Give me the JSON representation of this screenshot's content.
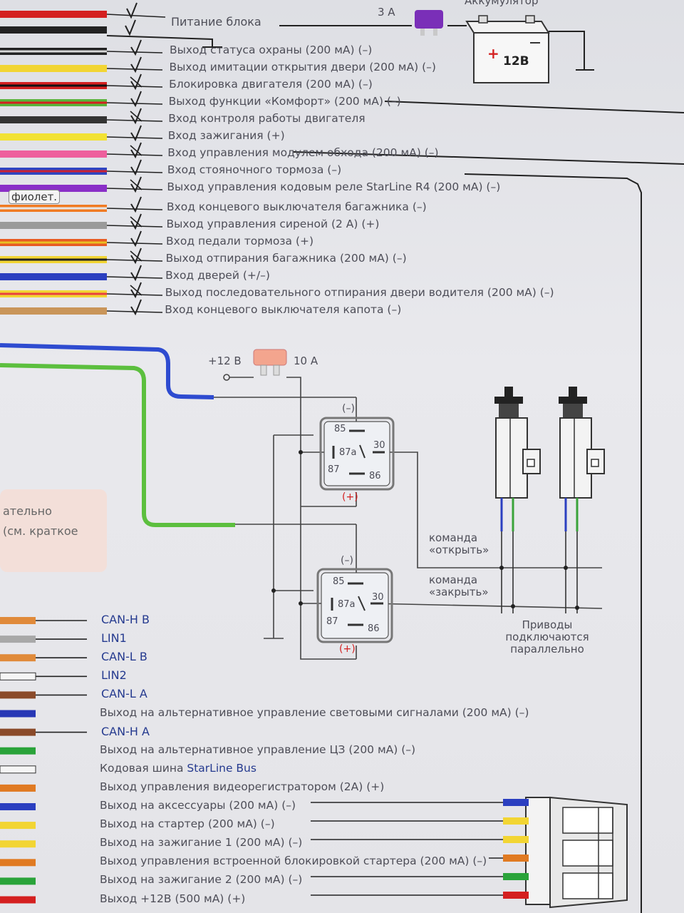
{
  "top": {
    "power_label": "Питание блока",
    "fuse_top": "3 А",
    "battery_title": "Аккумулятор",
    "battery_voltage": "12В",
    "purple_tag": "фиолет."
  },
  "connector_top": [
    {
      "label": "Выход статуса охраны (200 мА) (–)",
      "c1": "#222222",
      "c2": "#d7d7d7"
    },
    {
      "label": "Выход имитации открытия двери (200 мА) (–)",
      "c1": "#f2d533",
      "c2": "#f2d533"
    },
    {
      "label": "Блокировка двигателя (200 мА) (–)",
      "c1": "#d42020",
      "c2": "#111111"
    },
    {
      "label": "Выход функции «Комфорт» (200 мА) (–)",
      "c1": "#58b53a",
      "c2": "#d42020"
    },
    {
      "label": "Вход контроля работы двигателя",
      "c1": "#333333",
      "c2": "#333333"
    },
    {
      "label": "Вход зажигания (+)",
      "c1": "#f2e233",
      "c2": "#f2e233"
    },
    {
      "label": "Вход управления модулем обхода (200 мА) (–)",
      "c1": "#ee5f9d",
      "c2": "#ee5f9d"
    },
    {
      "label": "Вход стояночного тормоза (–)",
      "c1": "#2f45c2",
      "c2": "#cc2233"
    },
    {
      "label": "Выход управления кодовым реле StarLine R4 (200 мА) (–)",
      "c1": "#8a2fc7",
      "c2": "#8a2fc7"
    },
    {
      "label": "Вход концевого выключателя багажника (–)",
      "c1": "#f07a22",
      "c2": "#e6e6e6"
    },
    {
      "label": "Выход управления сиреной (2 А) (+)",
      "c1": "#9a9a9a",
      "c2": "#9a9a9a"
    },
    {
      "label": "Вход педали тормоза (+)",
      "c1": "#e85a22",
      "c2": "#e8c023"
    },
    {
      "label": "Выход отпирания багажника (200 мА) (–)",
      "c1": "#f2d533",
      "c2": "#222222"
    },
    {
      "label": "Вход дверей (+/–)",
      "c1": "#2b3fc0",
      "c2": "#2b3fc0"
    },
    {
      "label": "Выход последовательного отпирания двери водителя (200 мА) (–)",
      "c1": "#f2d533",
      "c2": "#e84040"
    },
    {
      "label": "Вход концевого выключателя капота (–)",
      "c1": "#c9955a",
      "c2": "#c9955a"
    }
  ],
  "relay_section": {
    "supply": "+12 В",
    "fuse": "10 А",
    "minus": "(–)",
    "plus": "(+)",
    "pin85": "85",
    "pin87a": "87a",
    "pin30": "30",
    "pin87": "87",
    "pin86": "86",
    "cmd_open": "команда «открыть»",
    "cmd_close": "команда «закрыть»",
    "actuators_note": "Приводы подключаются параллельно",
    "pink_text_1": "ательно",
    "pink_text_2": "(см. краткое"
  },
  "connector_bottom": [
    {
      "label": "CAN-H B",
      "can": true,
      "c1": "#e08a3a"
    },
    {
      "label": "LIN1",
      "can": true,
      "c1": "#a8a8a8"
    },
    {
      "label": "CAN-L B",
      "can": true,
      "c1": "#e08a3a"
    },
    {
      "label": "LIN2",
      "can": true,
      "c1": "#f5f5f5"
    },
    {
      "label": "CAN-L A",
      "can": true,
      "c1": "#8a4a2a"
    },
    {
      "label": "Выход на альтернативное управление световыми сигналами (200 мА) (–)",
      "can": false,
      "c1": "#2737b5"
    },
    {
      "label": "CAN-H A",
      "can": true,
      "c1": "#8a4a2a"
    },
    {
      "label": "Выход на альтернативное управление ЦЗ (200 мА) (–)",
      "can": false,
      "c1": "#2aa33a"
    },
    {
      "label": "Кодовая шина ",
      "bus": "StarLine Bus",
      "can": false,
      "c1": "#f5f5f5"
    },
    {
      "label": "Выход управления видеорегистратором (2А) (+)",
      "can": false,
      "c1": "#e07a22"
    },
    {
      "label": "Выход на аксессуары (200 мА) (–)",
      "can": false,
      "c1": "#2b3fc0"
    },
    {
      "label": "Выход на стартер (200 мА) (–)",
      "can": false,
      "c1": "#f2d533"
    },
    {
      "label": "Выход на зажигание 1 (200 мА) (–)",
      "can": false,
      "c1": "#f2d533"
    },
    {
      "label": "Выход управления встроенной блокировкой стартера (200 мА) (–)",
      "can": false,
      "c1": "#e07a22"
    },
    {
      "label": "Выход на зажигание 2 (200 мА) (–)",
      "can": false,
      "c1": "#2aa33a"
    },
    {
      "label": "Выход +12В (500 мА) (+)",
      "can": false,
      "c1": "#d42020"
    }
  ]
}
